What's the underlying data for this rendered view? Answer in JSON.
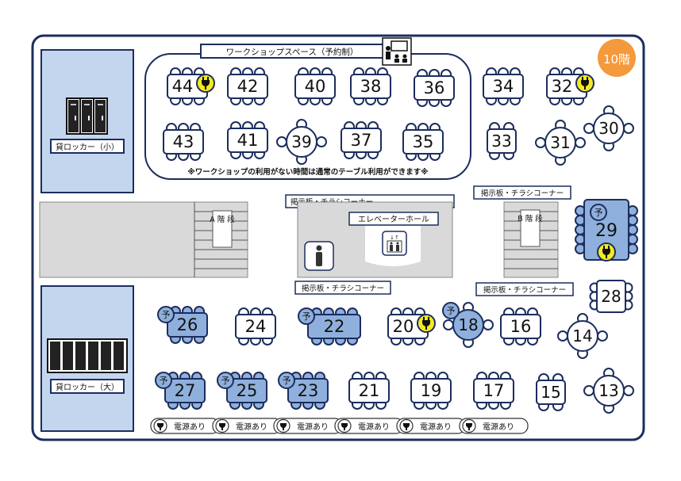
{
  "floor": "10階",
  "workshop": {
    "title": "ワークショップスペース（予約制）",
    "note": "※ワークショップの利用がない時間は通常のテーブル利用ができます※"
  },
  "lockers": {
    "small": "貸ロッカー（小）",
    "large": "貸ロッカー（大）"
  },
  "stairs": {
    "a": "A 階 段",
    "b": "B 階 段"
  },
  "elevator_hall": "エレベーターホール",
  "notice_board": "掲示板・チラシコーナー",
  "reserved_mark": "予",
  "power_label": "電源あり",
  "tables": [
    {
      "id": "t44",
      "number": "44",
      "reserved": false,
      "power": true
    },
    {
      "id": "t42",
      "number": "42",
      "reserved": false,
      "power": false
    },
    {
      "id": "t40",
      "number": "40",
      "reserved": false,
      "power": false
    },
    {
      "id": "t38",
      "number": "38",
      "reserved": false,
      "power": false
    },
    {
      "id": "t36",
      "number": "36",
      "reserved": false,
      "power": false
    },
    {
      "id": "t34",
      "number": "34",
      "reserved": false,
      "power": false
    },
    {
      "id": "t32",
      "number": "32",
      "reserved": false,
      "power": true
    },
    {
      "id": "t43",
      "number": "43",
      "reserved": false,
      "power": false
    },
    {
      "id": "t41",
      "number": "41",
      "reserved": false,
      "power": false
    },
    {
      "id": "t39",
      "number": "39",
      "reserved": false,
      "power": false
    },
    {
      "id": "t37",
      "number": "37",
      "reserved": false,
      "power": false
    },
    {
      "id": "t35",
      "number": "35",
      "reserved": false,
      "power": false
    },
    {
      "id": "t33",
      "number": "33",
      "reserved": false,
      "power": false
    },
    {
      "id": "t31",
      "number": "31",
      "reserved": false,
      "power": false
    },
    {
      "id": "t30",
      "number": "30",
      "reserved": false,
      "power": false
    },
    {
      "id": "t29",
      "number": "29",
      "reserved": true,
      "power": true
    },
    {
      "id": "t28",
      "number": "28",
      "reserved": false,
      "power": false
    },
    {
      "id": "t26",
      "number": "26",
      "reserved": true,
      "power": false
    },
    {
      "id": "t24",
      "number": "24",
      "reserved": false,
      "power": false
    },
    {
      "id": "t22",
      "number": "22",
      "reserved": true,
      "power": false
    },
    {
      "id": "t20",
      "number": "20",
      "reserved": false,
      "power": true
    },
    {
      "id": "t18",
      "number": "18",
      "reserved": true,
      "power": false
    },
    {
      "id": "t16",
      "number": "16",
      "reserved": false,
      "power": false
    },
    {
      "id": "t14",
      "number": "14",
      "reserved": false,
      "power": false
    },
    {
      "id": "t27",
      "number": "27",
      "reserved": true,
      "power": false
    },
    {
      "id": "t25",
      "number": "25",
      "reserved": true,
      "power": false
    },
    {
      "id": "t23",
      "number": "23",
      "reserved": true,
      "power": false
    },
    {
      "id": "t21",
      "number": "21",
      "reserved": false,
      "power": false
    },
    {
      "id": "t19",
      "number": "19",
      "reserved": false,
      "power": false
    },
    {
      "id": "t17",
      "number": "17",
      "reserved": false,
      "power": false
    },
    {
      "id": "t15",
      "number": "15",
      "reserved": false,
      "power": false
    },
    {
      "id": "t13",
      "number": "13",
      "reserved": false,
      "power": false
    }
  ],
  "colors": {
    "navy": "#1c2d5e",
    "locker_area": "#c3d6ee",
    "reserved_table": "#8fb0dc",
    "power_yellow": "#f3ea22",
    "floor_badge": "#f49a3c",
    "gray_block": "#d9d9d9"
  }
}
